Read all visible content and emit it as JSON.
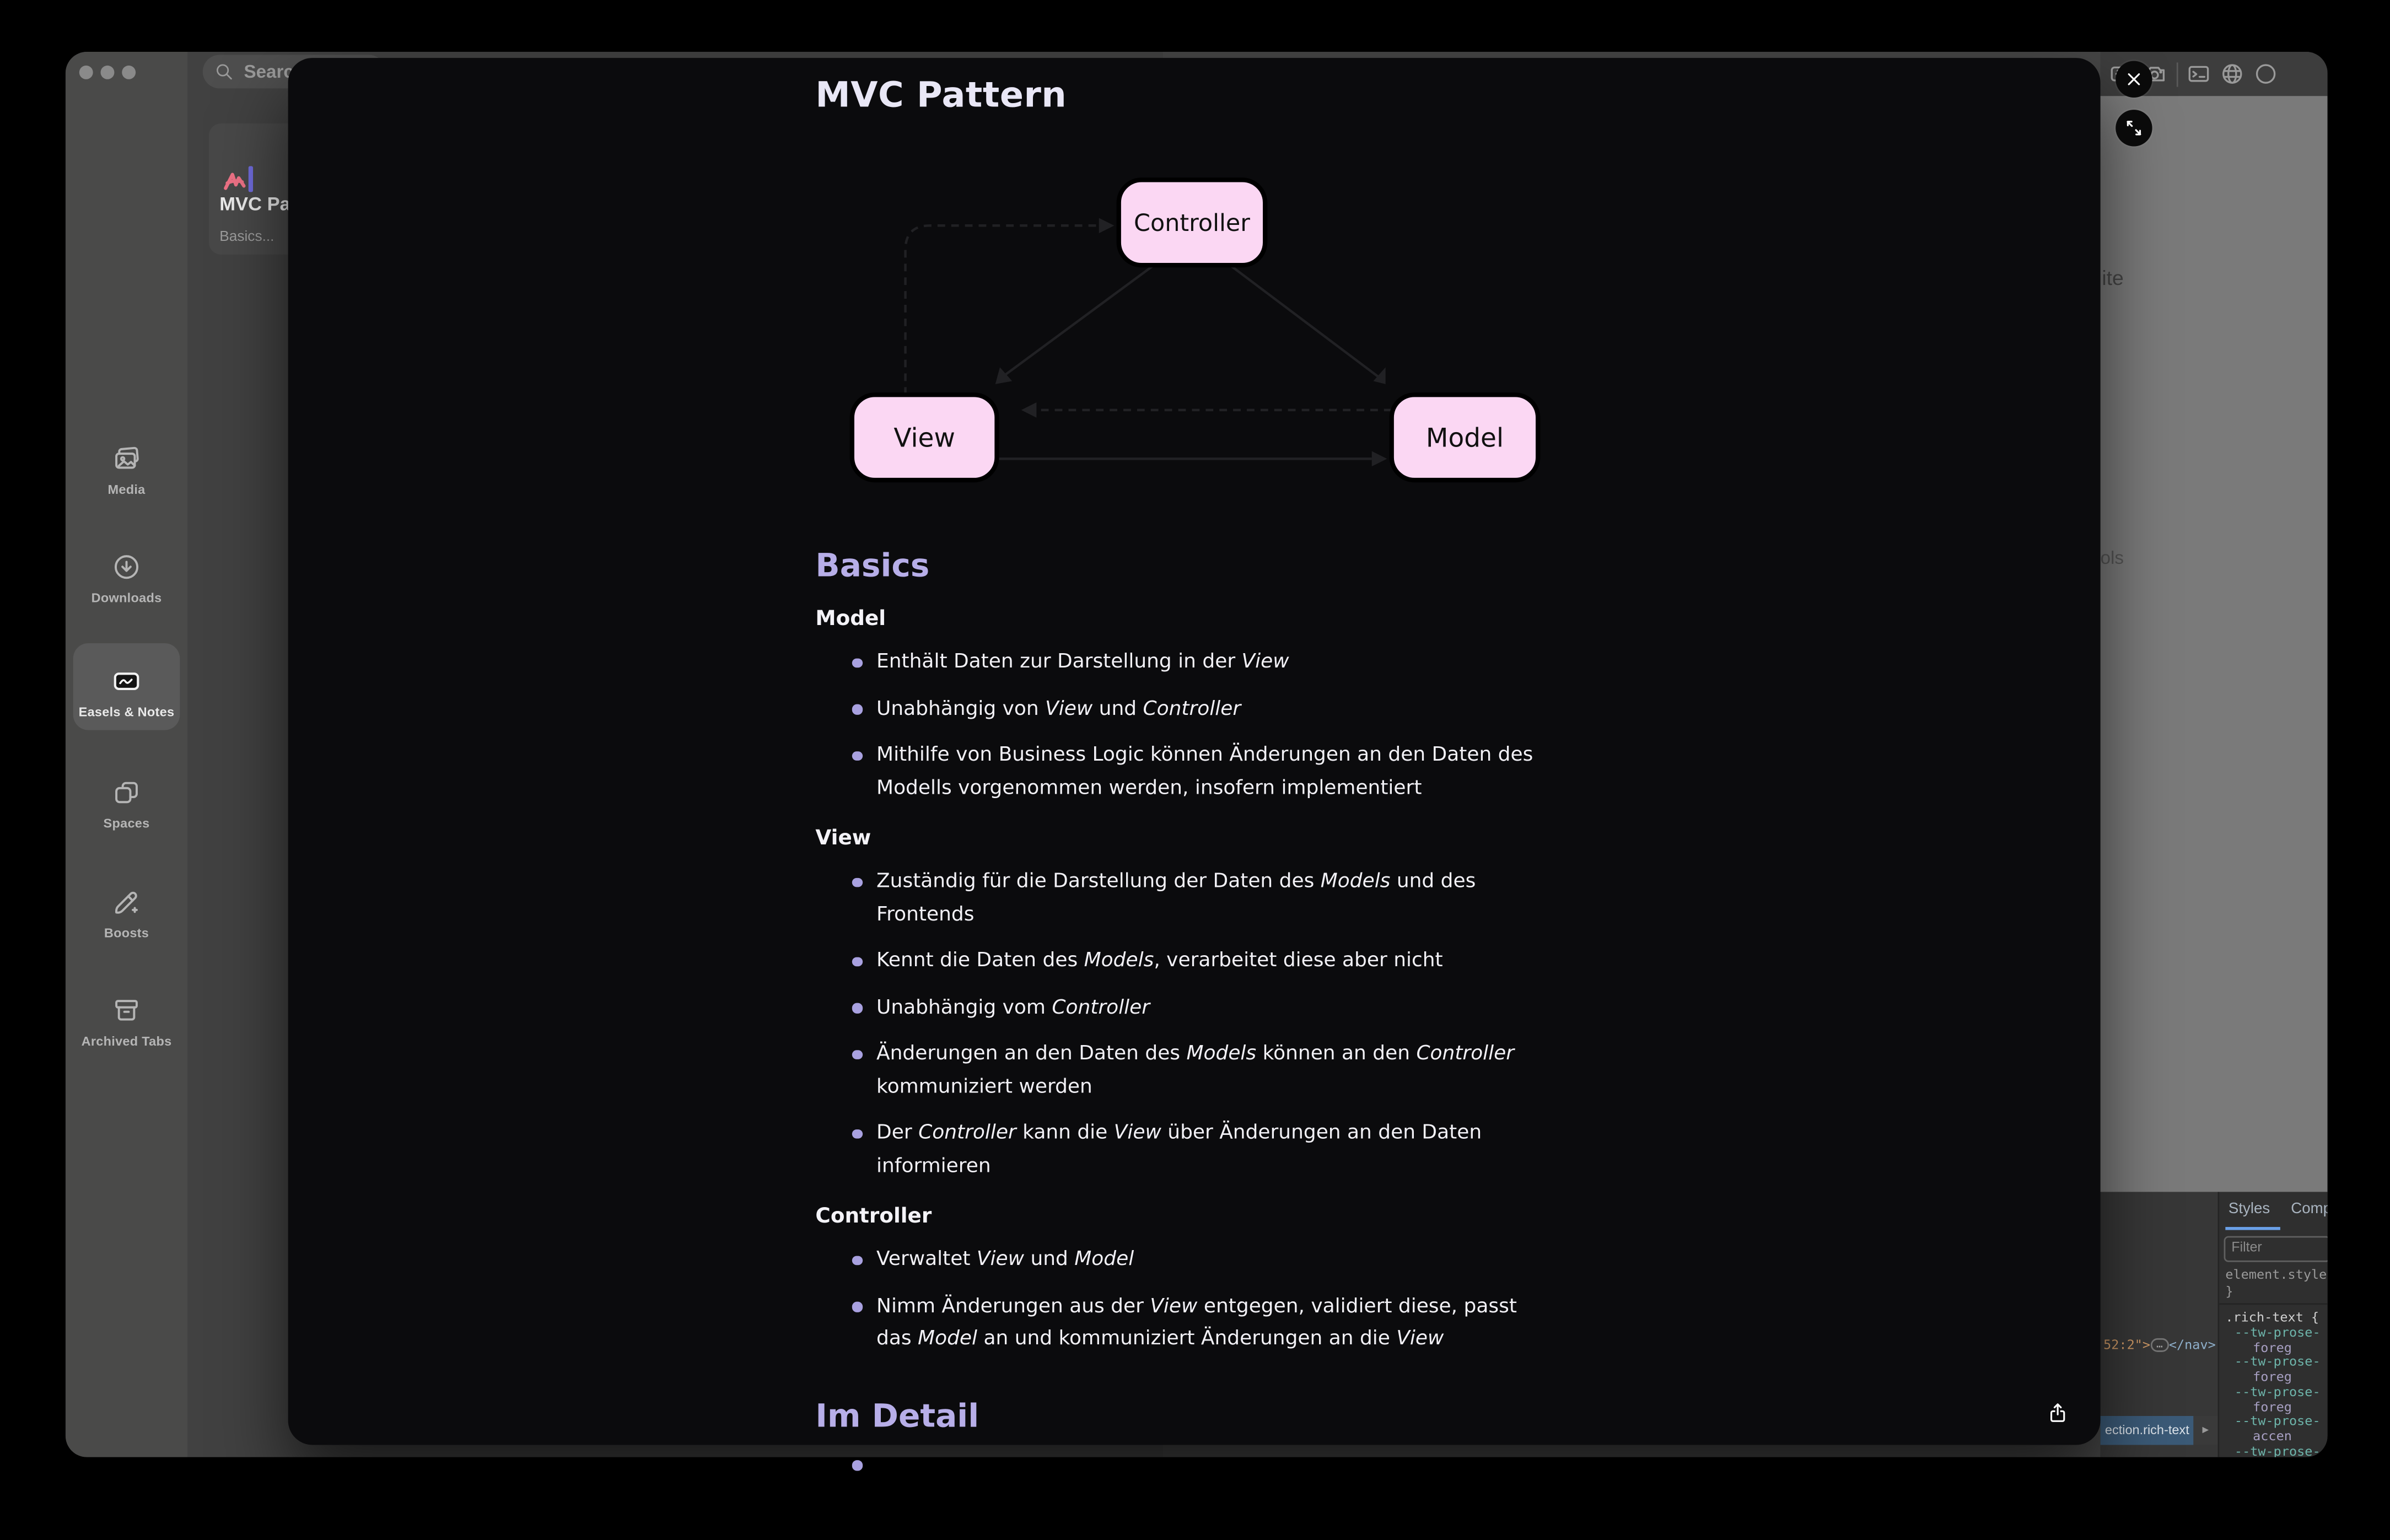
{
  "sidebar": {
    "traffic_lights": [
      "window-dot",
      "window-dot",
      "window-dot"
    ],
    "items": [
      {
        "label": "Media",
        "icon": "media-icon",
        "selected": false
      },
      {
        "label": "Downloads",
        "icon": "downloads-icon",
        "selected": false
      },
      {
        "label": "Easels & Notes",
        "icon": "easel-icon",
        "selected": true
      },
      {
        "label": "Spaces",
        "icon": "spaces-icon",
        "selected": false
      },
      {
        "label": "Boosts",
        "icon": "boosts-icon",
        "selected": false
      },
      {
        "label": "Archived Tabs",
        "icon": "archive-icon",
        "selected": false
      }
    ],
    "footer_icons": [
      "arrow-left-icon",
      "gift-icon"
    ]
  },
  "library": {
    "search": {
      "visible_text": "Searc",
      "icon": "search-icon"
    },
    "card": {
      "title": "MVC Patt",
      "subtitle": "Basics...",
      "icon": "easel-scribble-icon",
      "scribble_color": "#ee7286",
      "caret_color": "#6f6bdb"
    }
  },
  "browser_page": {
    "toolbar_icons": [
      "photos-icon",
      "camera-icon",
      "terminal-icon",
      "globe-icon",
      "circle-icon"
    ],
    "text_fragments": {
      "upper": "ite",
      "lower": "ols"
    }
  },
  "devtools": {
    "tabs": [
      {
        "label": "Styles",
        "active": true
      },
      {
        "label": "Comp",
        "active": false
      }
    ],
    "underline_color": "#6aa0e8",
    "filter_placeholder": "Filter",
    "element_style_open": "element.style",
    "element_style_close": "}",
    "rule_selector": ".rich-text {",
    "rule_lines": [
      {
        "text": "--tw-prose-",
        "kind": "prop"
      },
      {
        "text": "foreg",
        "kind": "value"
      },
      {
        "text": "--tw-prose-",
        "kind": "prop"
      },
      {
        "text": "foreg",
        "kind": "value"
      },
      {
        "text": "--tw-prose-",
        "kind": "prop"
      },
      {
        "text": "foreg",
        "kind": "value"
      },
      {
        "text": "--tw-prose-",
        "kind": "prop"
      },
      {
        "text": "accen",
        "kind": "value"
      },
      {
        "text": "--tw-prose-",
        "kind": "prop"
      }
    ],
    "elements_line": {
      "attr_end": "52:2\">",
      "ellipsis": "…",
      "closing_tag": "</nav>"
    },
    "breadcrumb": {
      "selected": "ection.rich-text",
      "expander": "▶",
      "chip_color": "#3b5a77"
    }
  },
  "modal": {
    "title": "MVC Pattern",
    "buttons": {
      "close_icon": "x-icon",
      "expand_icon": "expand-icon",
      "share_icon": "share-icon"
    },
    "diagram": {
      "node_fill": "#fbd7f3",
      "node_text_color": "#111111",
      "edge_color": "#212124",
      "nodes": [
        {
          "id": "controller",
          "label": "Controller"
        },
        {
          "id": "view",
          "label": "View"
        },
        {
          "id": "model",
          "label": "Model"
        }
      ],
      "edges": [
        {
          "from": "view",
          "to": "controller",
          "style": "dashed"
        },
        {
          "from": "controller",
          "to": "view",
          "style": "solid"
        },
        {
          "from": "controller",
          "to": "model",
          "style": "solid"
        },
        {
          "from": "model",
          "to": "view",
          "style": "dashed"
        },
        {
          "from": "view",
          "to": "model",
          "style": "solid"
        }
      ]
    },
    "colors": {
      "heading": "#b7aee8",
      "body": "#f2f1f6",
      "bullet": "#a9a1e0"
    },
    "sections": [
      {
        "type": "heading",
        "text": "Basics"
      },
      {
        "type": "subheading",
        "text": "Model"
      },
      {
        "type": "bullets",
        "items": [
          "Enthält Daten zur Darstellung in der *View*",
          "Unabhängig von *View* und *Controller*",
          "Mithilfe von Business Logic können Änderungen an den Daten des Modells vorgenommen werden, insofern implementiert"
        ]
      },
      {
        "type": "subheading",
        "text": "View"
      },
      {
        "type": "bullets",
        "items": [
          "Zuständig für die Darstellung der Daten des *Models* und des Frontends",
          "Kennt die Daten des *Models*,  verarbeitet diese aber nicht",
          "Unabhängig vom *Controller*",
          "Änderungen an den Daten des *Models* können an den *Controller* kommuniziert werden",
          "Der *Controller* kann die *View* über Änderungen an den Daten informieren"
        ]
      },
      {
        "type": "subheading",
        "text": "Controller"
      },
      {
        "type": "bullets",
        "items": [
          "Verwaltet *View* und *Model*",
          "Nimm Änderungen aus der *View* entgegen, validiert diese, passt das *Model* an und kommuniziert Änderungen an die *View*"
        ]
      },
      {
        "type": "heading",
        "text": "Im Detail"
      },
      {
        "type": "bullets",
        "items": [
          ""
        ]
      }
    ]
  }
}
